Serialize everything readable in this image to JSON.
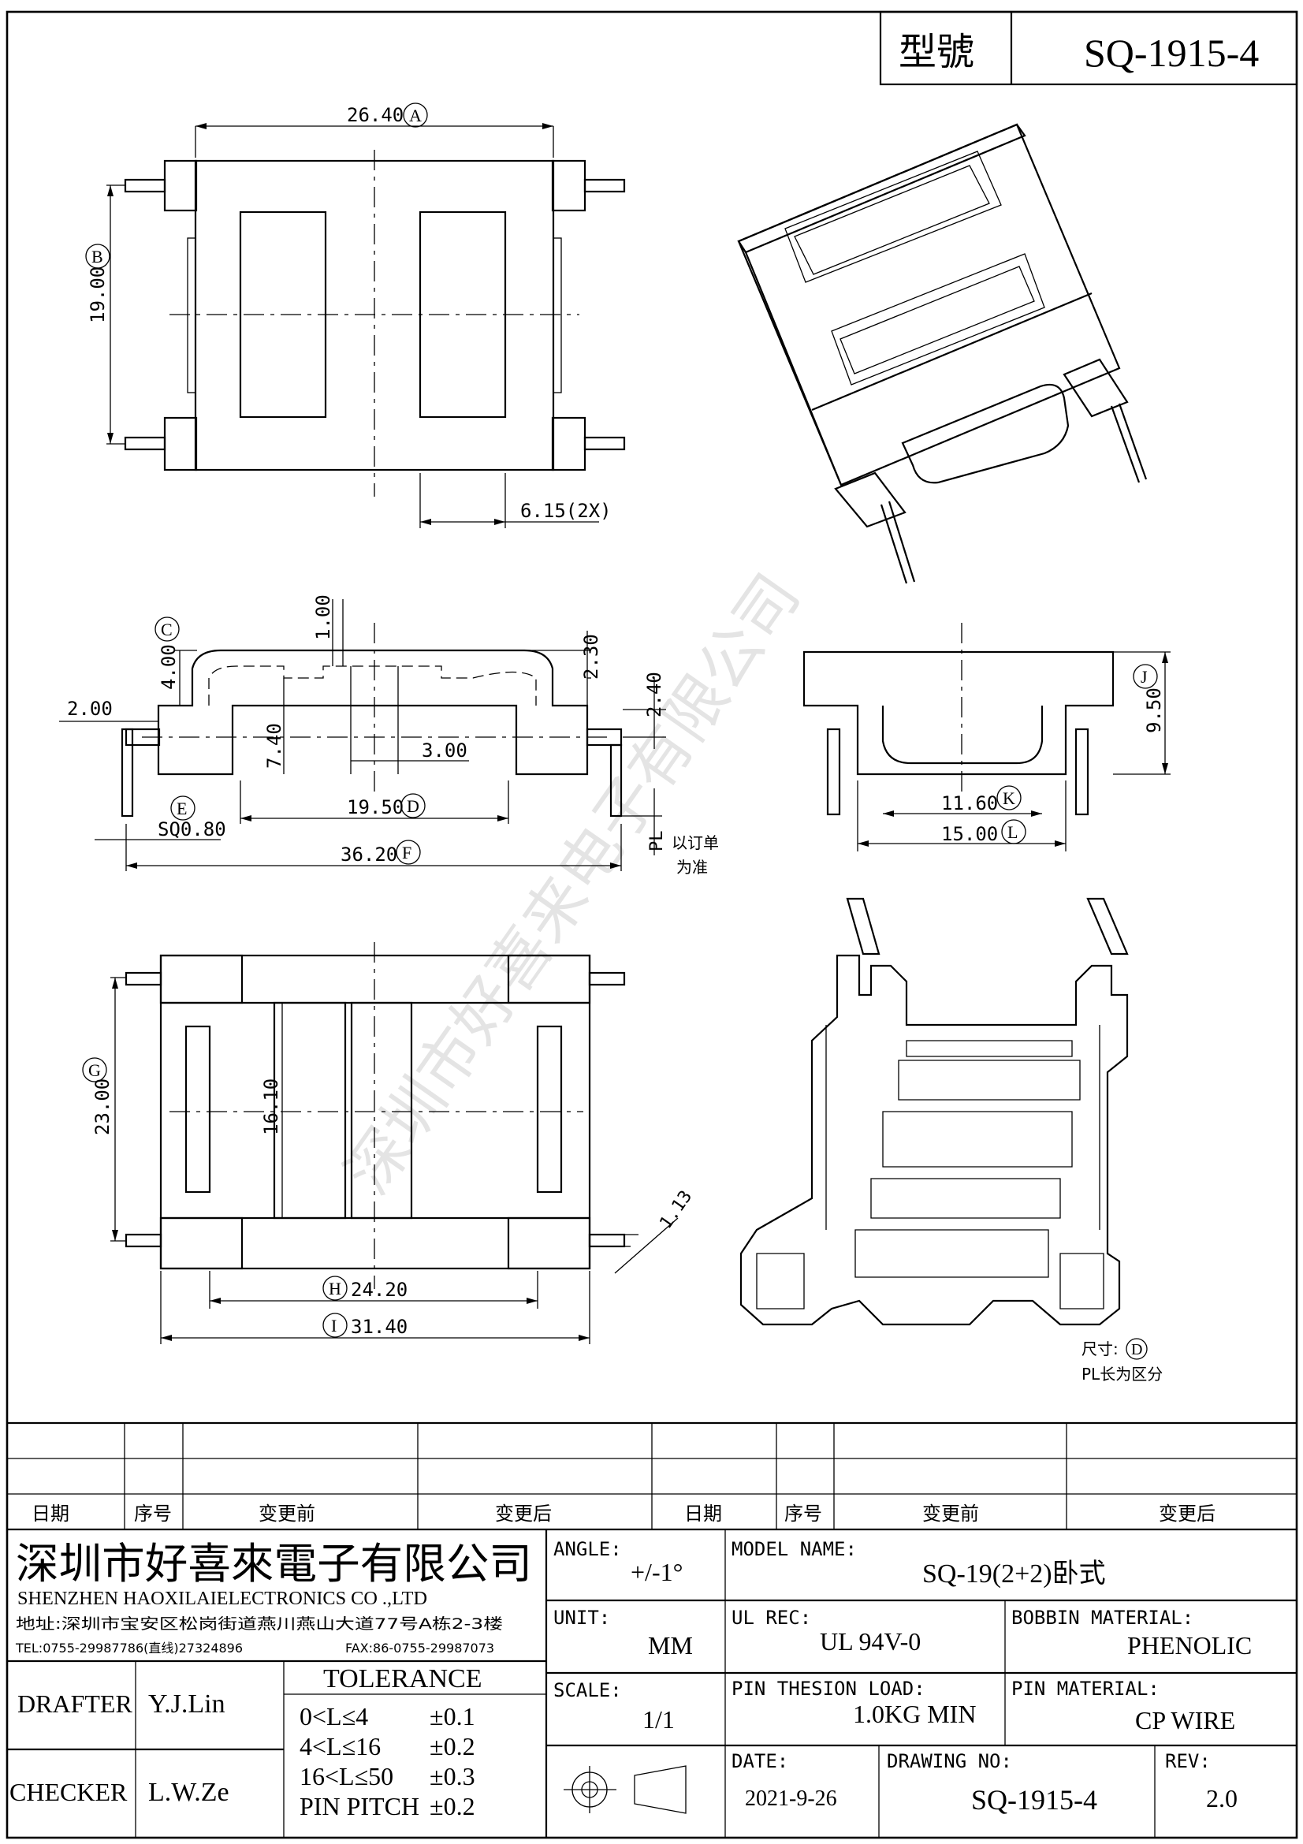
{
  "header": {
    "model_label": "型號",
    "model_value": "SQ-1915-4"
  },
  "top_view": {
    "dim_a": "26.40",
    "marker_a": "A",
    "dim_b": "19.00",
    "marker_b": "B",
    "dim_slot": "6.15(2X)"
  },
  "front_view": {
    "dim_c": "4.00",
    "marker_c": "C",
    "dim_top": "1.00",
    "dim_230": "2.30",
    "dim_240": "2.40",
    "dim_200": "2.00",
    "dim_740": "7.40",
    "dim_300": "3.00",
    "dim_d": "19.50",
    "marker_d": "D",
    "marker_e": "E",
    "dim_e": "SQ0.80",
    "dim_f": "36.20",
    "marker_f": "F",
    "pl_label": "PL",
    "pl_note_1": "以订单",
    "pl_note_2": "为准"
  },
  "side_view": {
    "dim_j": "9.50",
    "marker_j": "J",
    "dim_k": "11.60",
    "marker_k": "K",
    "dim_l": "15.00",
    "marker_l": "L"
  },
  "bottom_view": {
    "dim_g": "23.00",
    "marker_g": "G",
    "dim_inner": "16.10",
    "dim_pin": "1.13",
    "dim_h": "24.20",
    "marker_h": "H",
    "dim_i": "31.40",
    "marker_i": "I"
  },
  "notes": {
    "size_label": "尺寸:",
    "size_marker": "D",
    "pl_note": "PL长为区分"
  },
  "revision_table": {
    "headers": [
      "日期",
      "序号",
      "变更前",
      "变更后",
      "日期",
      "序号",
      "变更前",
      "变更后"
    ]
  },
  "company": {
    "name_cn": "深圳市好喜來電子有限公司",
    "name_en": "SHENZHEN HAOXILAIELECTRONICS CO .,LTD",
    "address": "地址:深圳市宝安区松岗街道燕川燕山大道77号A栋2-3楼",
    "tel": "TEL:0755-29987786(直线)27324896",
    "fax": "FAX:86-0755-29987073"
  },
  "title_block": {
    "angle_label": "ANGLE:",
    "angle_value": "+/-1°",
    "model_name_label": "MODEL NAME:",
    "model_name_value": "SQ-19(2+2)卧式",
    "unit_label": "UNIT:",
    "unit_value": "MM",
    "ul_rec_label": "UL REC:",
    "ul_rec_value": "UL 94V-0",
    "bobbin_label": "BOBBIN MATERIAL:",
    "bobbin_value": "PHENOLIC",
    "scale_label": "SCALE:",
    "scale_value": "1/1",
    "pin_load_label": "PIN THESION LOAD:",
    "pin_load_value": "1.0KG MIN",
    "pin_mat_label": "PIN MATERIAL:",
    "pin_mat_value": "CP  WIRE",
    "date_label": "DATE:",
    "date_value": "2021-9-26",
    "drawing_no_label": "DRAWING NO:",
    "drawing_no_value": "SQ-1915-4",
    "rev_label": "REV:",
    "rev_value": "2.0",
    "drafter_label": "DRAFTER",
    "drafter_value": "Y.J.Lin",
    "checker_label": "CHECKER",
    "checker_value": "L.W.Ze",
    "tolerance_title": "TOLERANCE",
    "tol_rows": [
      {
        "range": "0<L≤4",
        "value": "±0.1"
      },
      {
        "range": "4<L≤16",
        "value": "±0.2"
      },
      {
        "range": "16<L≤50",
        "value": "±0.3"
      },
      {
        "range": "PIN PITCH",
        "value": "±0.2"
      }
    ]
  },
  "watermark": "深圳市好喜来电子有限公司"
}
